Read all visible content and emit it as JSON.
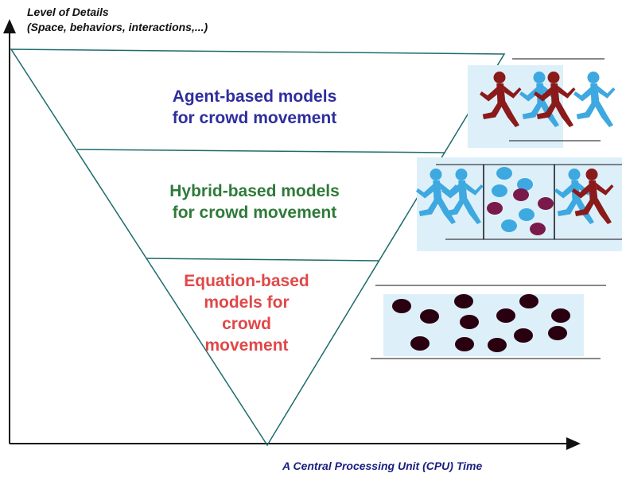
{
  "axes": {
    "y_title_line1": "Level of Details",
    "y_title_line2": "(Space, behaviors, interactions,...)",
    "x_title": "A Central Processing Unit (CPU) Time"
  },
  "bands": {
    "agent": {
      "line1": "Agent-based models",
      "line2": "for crowd movement"
    },
    "hybrid": {
      "line1": "Hybrid-based models",
      "line2": "for crowd movement"
    },
    "equation": {
      "line1": "Equation-based",
      "line2": "models for",
      "line3": "crowd",
      "line4": "movement"
    }
  },
  "colors": {
    "agent_text": "#2e2e9e",
    "hybrid_text": "#2f7a3a",
    "equation_text": "#e04848",
    "triangle_stroke": "#1f6b6b",
    "runner_dark": "#8b1a1a",
    "runner_light": "#3ea8e0",
    "particle_dark": "#2a0010",
    "particle_blue": "#3ea8e0",
    "particle_purple": "#7a1a4a",
    "panel_bg": "#ddf0fa"
  },
  "icons": [
    "runner-icon",
    "particle-icon"
  ]
}
